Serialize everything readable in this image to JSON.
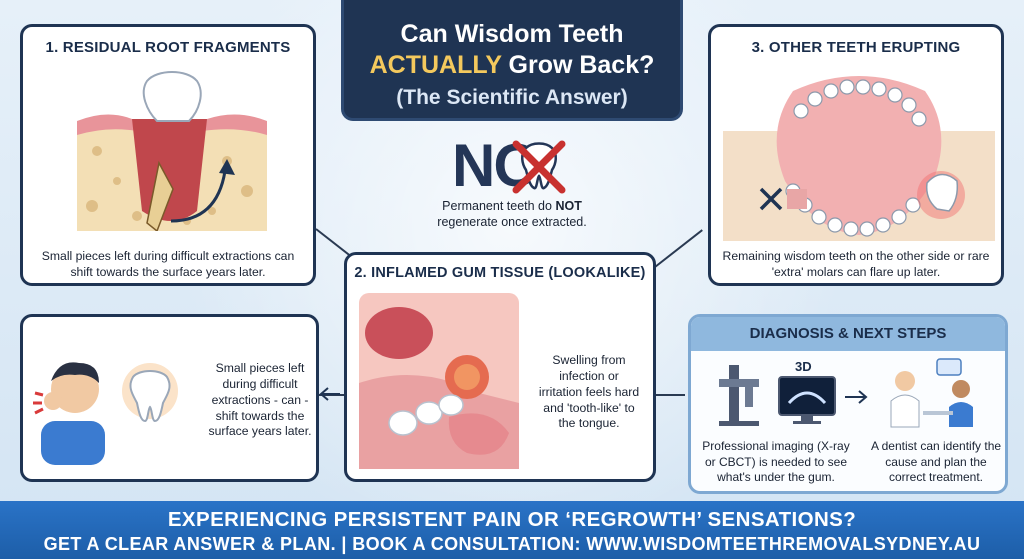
{
  "title": {
    "line1": "Can Wisdom Teeth",
    "line2_accent": "ACTUALLY",
    "line2_rest": "Grow Back?",
    "line3": "(The Scientific Answer)"
  },
  "answer": {
    "word": "NO",
    "sub_prefix": "Permanent teeth do",
    "sub_emphasis": "NOT",
    "sub_suffix": "regenerate once extracted."
  },
  "panel1": {
    "title": "1. RESIDUAL ROOT FRAGMENTS",
    "caption": "Small pieces left during difficult extractions can shift towards the surface years later."
  },
  "panel2": {
    "title": "2. INFLAMED GUM TISSUE (LOOKALIKE)",
    "caption": "Swelling from infection or irritation feels hard and 'tooth-like' to the tongue."
  },
  "panel3": {
    "title": "3. OTHER TEETH ERUPTING",
    "caption": "Remaining wisdom teeth on the other side or rare 'extra' molars can flare up later."
  },
  "panel4": {
    "caption": "Small pieces left during difficult extractions - can - shift towards the surface years later."
  },
  "diagnosis": {
    "title": "DIAGNOSIS & NEXT STEPS",
    "badge": "3D",
    "left_caption": "Professional imaging (X-ray or CBCT) is needed to see what's under the gum.",
    "right_caption": "A dentist can identify the cause and plan the correct treatment."
  },
  "footer": {
    "line1": "EXPERIENCING PERSISTENT PAIN OR ‘REGROWTH’ SENSATIONS?",
    "line2": "GET A CLEAR ANSWER & PLAN. | BOOK A CONSULTATION: WWW.WISDOMTEETHREMOVALSYDNEY.AU"
  },
  "colors": {
    "navy": "#1f3453",
    "accent_yellow": "#f4c95d",
    "no_red": "#c8312f",
    "footer_blue": "#1d5ea8"
  }
}
